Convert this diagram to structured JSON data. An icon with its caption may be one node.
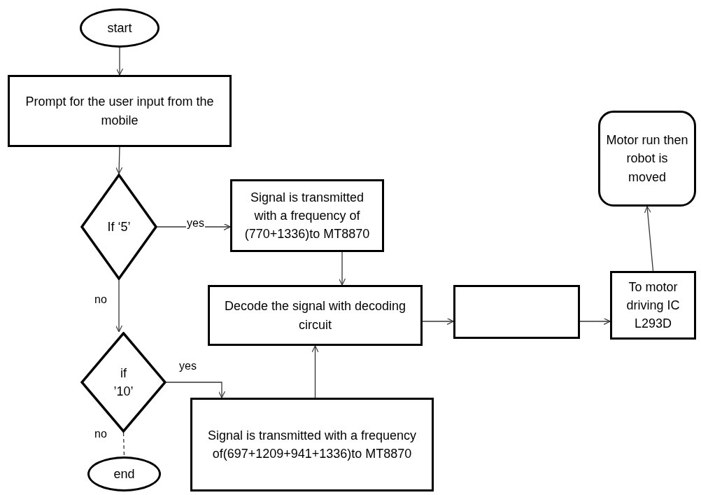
{
  "diagram": {
    "nodes": [
      {
        "text": [
          "start"
        ]
      },
      {
        "text": [
          "Prompt for the user input from the mobile"
        ]
      },
      {
        "text": [
          "If ‘5’"
        ]
      },
      {
        "text": [
          "Signal is transmitted with a frequency of (770+1336)to MT8870"
        ]
      },
      {
        "text": [
          "Decode the signal with decoding circuit"
        ]
      },
      {
        "text": [],
        "shape": "box"
      },
      {
        "text": [
          "To motor driving IC L293D"
        ]
      },
      {
        "text": [
          "Motor run then robot is moved"
        ]
      },
      {
        "text": [
          "if ’10’"
        ]
      },
      {
        "text": [
          "Signal is transmitted with a frequency of(697+1209+941+1336)to MT8870"
        ]
      },
      {
        "text": [
          "end"
        ]
      }
    ],
    "edges": [
      {
        "from": 0,
        "to": 1,
        "arrow": "to"
      },
      {
        "from": 1,
        "to": 2,
        "arrow": "to"
      },
      {
        "from": 2,
        "to": 3,
        "arrow": "to",
        "label": "yes"
      },
      {
        "from": 3,
        "to": 4,
        "arrow": "to"
      },
      {
        "from": 2,
        "to": 8,
        "arrow": "to",
        "label": "no"
      },
      {
        "from": 8,
        "to": 9,
        "arrow": "to",
        "label": "yes"
      },
      {
        "from": 9,
        "to": 4,
        "arrow": "to"
      },
      {
        "from": 4,
        "to": 5,
        "arrow": "to"
      },
      {
        "from": 5,
        "to": 6,
        "arrow": "to"
      },
      {
        "from": 6,
        "to": 7,
        "arrow": "to"
      },
      {
        "from": 8,
        "to": 10,
        "arrow": "none",
        "label": "no",
        "style": "dashed"
      }
    ]
  }
}
